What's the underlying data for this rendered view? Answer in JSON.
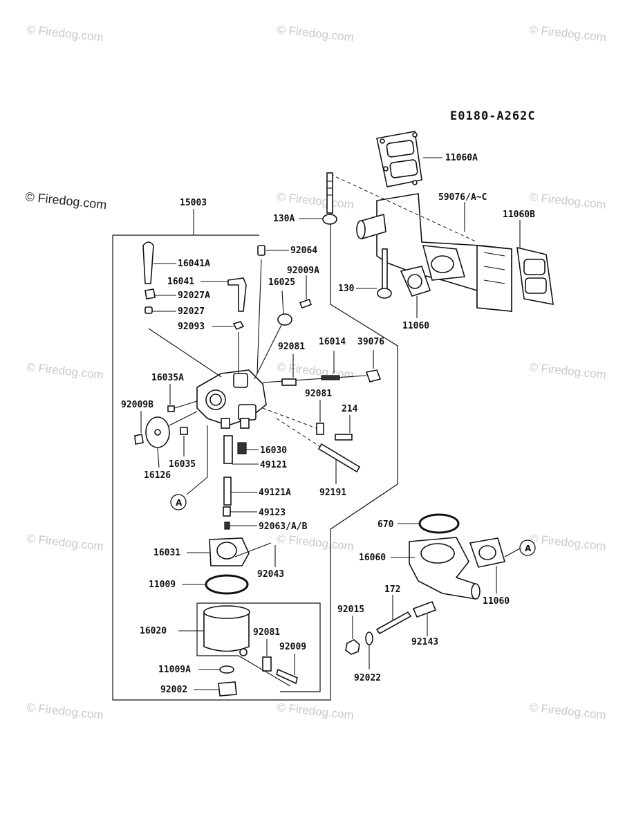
{
  "diagram_code": "E0180-A262C",
  "watermark_text": "© Firedog.com",
  "labels": {
    "p11060A": "11060A",
    "p59076": "59076/A~C",
    "p11060B": "11060B",
    "p130A": "130A",
    "p130": "130",
    "p11060_top": "11060",
    "p15003": "15003",
    "p92064": "92064",
    "p16041A": "16041A",
    "p92009A": "92009A",
    "p16041": "16041",
    "p16025": "16025",
    "p92027A": "92027A",
    "p92027": "92027",
    "p92093": "92093",
    "p92081_a": "92081",
    "p16014": "16014",
    "p39076": "39076",
    "p16035A": "16035A",
    "p92081_b": "92081",
    "p92009B": "92009B",
    "p214": "214",
    "p16035": "16035",
    "p16030": "16030",
    "p16126": "16126",
    "p49121": "49121",
    "p92191": "92191",
    "p49121A": "49121A",
    "pA1": "A",
    "p49123": "49123",
    "p92063": "92063/A/B",
    "p670": "670",
    "p16031": "16031",
    "p16060": "16060",
    "pA2": "A",
    "p92043": "92043",
    "p11009": "11009",
    "p11060_bot": "11060",
    "p172": "172",
    "p92015": "92015",
    "p16020": "16020",
    "p92081_c": "92081",
    "p92009": "92009",
    "p92143": "92143",
    "p11009A": "11009A",
    "p92022": "92022",
    "p92002": "92002"
  }
}
